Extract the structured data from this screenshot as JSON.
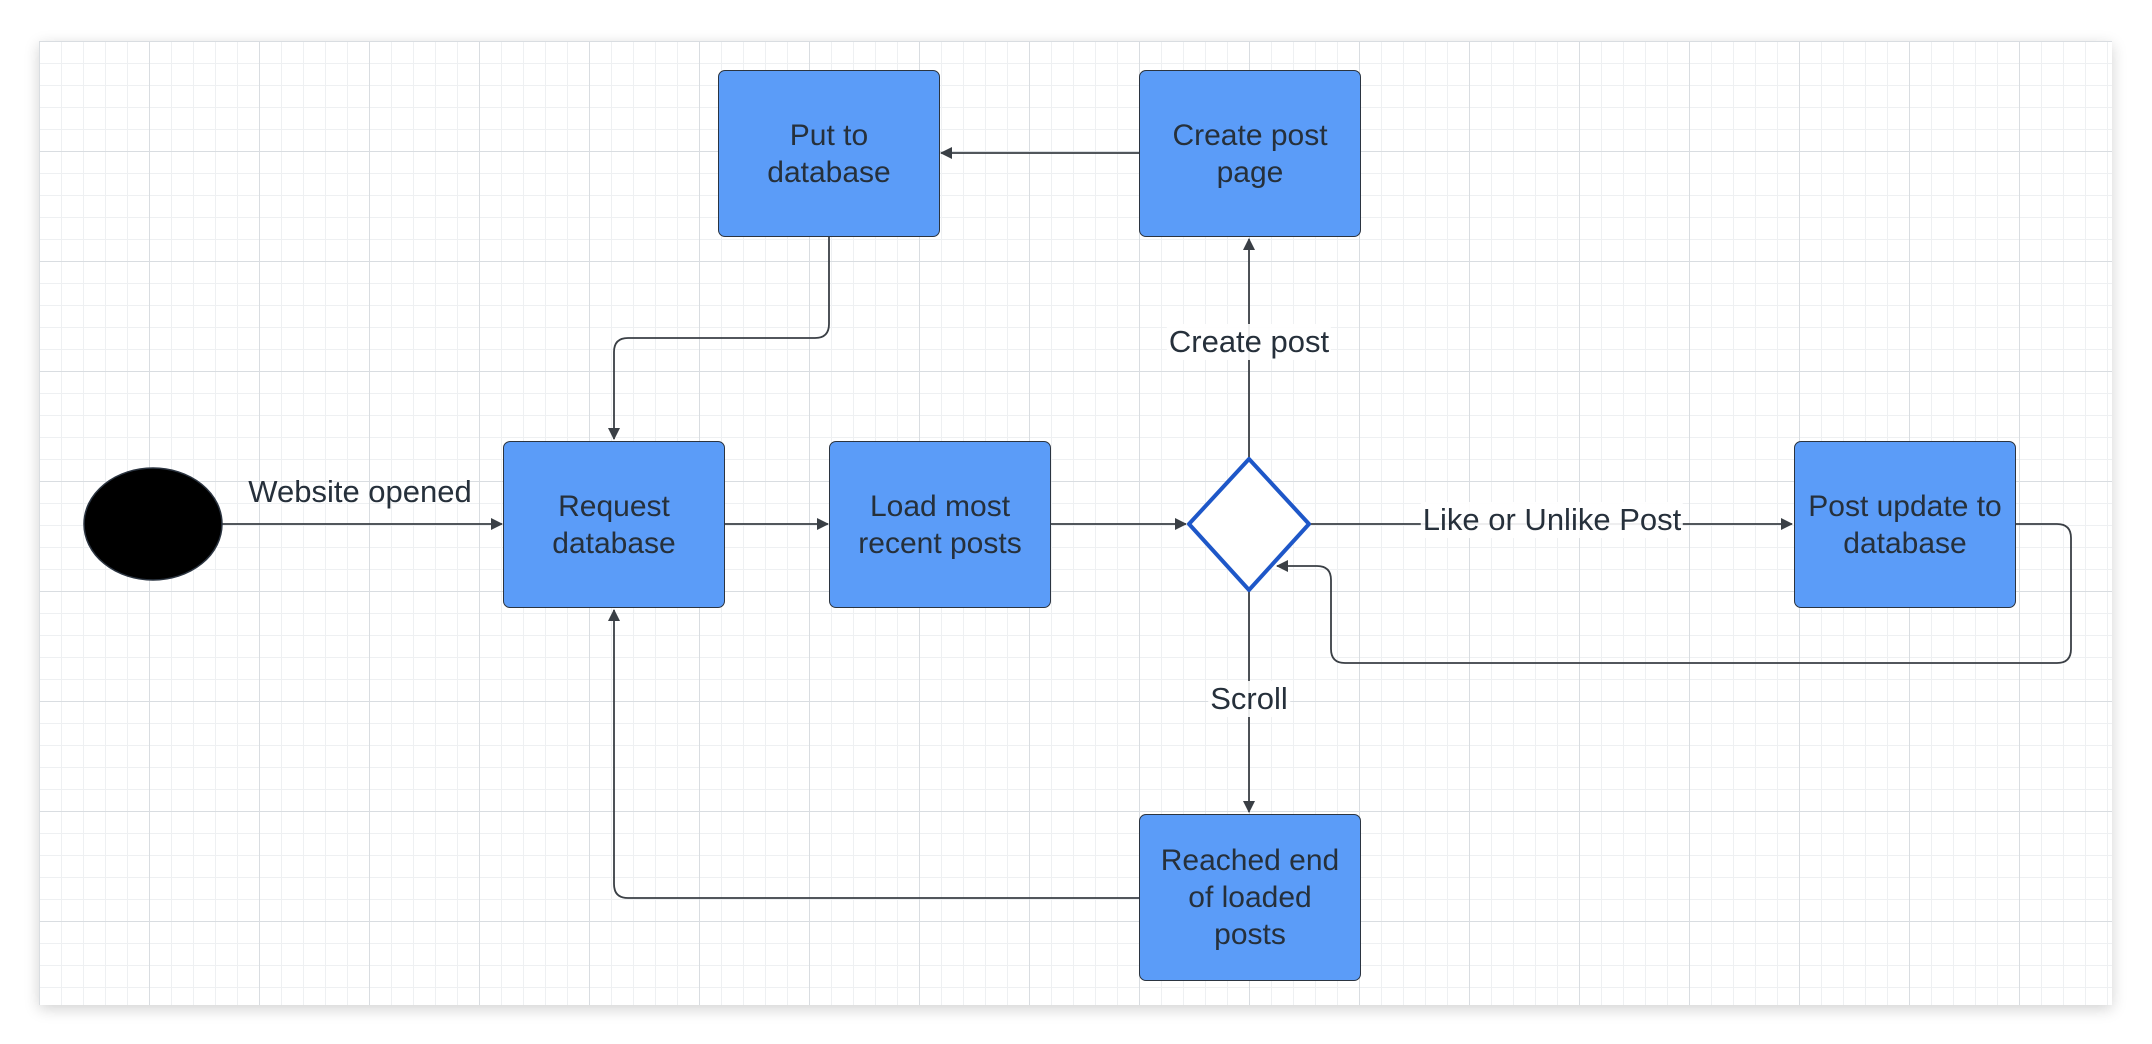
{
  "colors": {
    "node_fill": "#5b9cf8",
    "node_border": "#2b3440",
    "decision_border": "#1e57c8",
    "start_node": "#000000",
    "edge": "#3a3f45",
    "text": "#26303b"
  },
  "nodes": {
    "request_db": "Request database",
    "load_posts": "Load most recent posts",
    "put_db": "Put to database",
    "create_page": "Create post page",
    "post_update": "Post update to database",
    "reached_end": "Reached end of loaded posts"
  },
  "edge_labels": {
    "website_opened": "Website opened",
    "create_post": "Create post",
    "like_unlike": "Like or Unlike Post",
    "scroll": "Scroll"
  }
}
